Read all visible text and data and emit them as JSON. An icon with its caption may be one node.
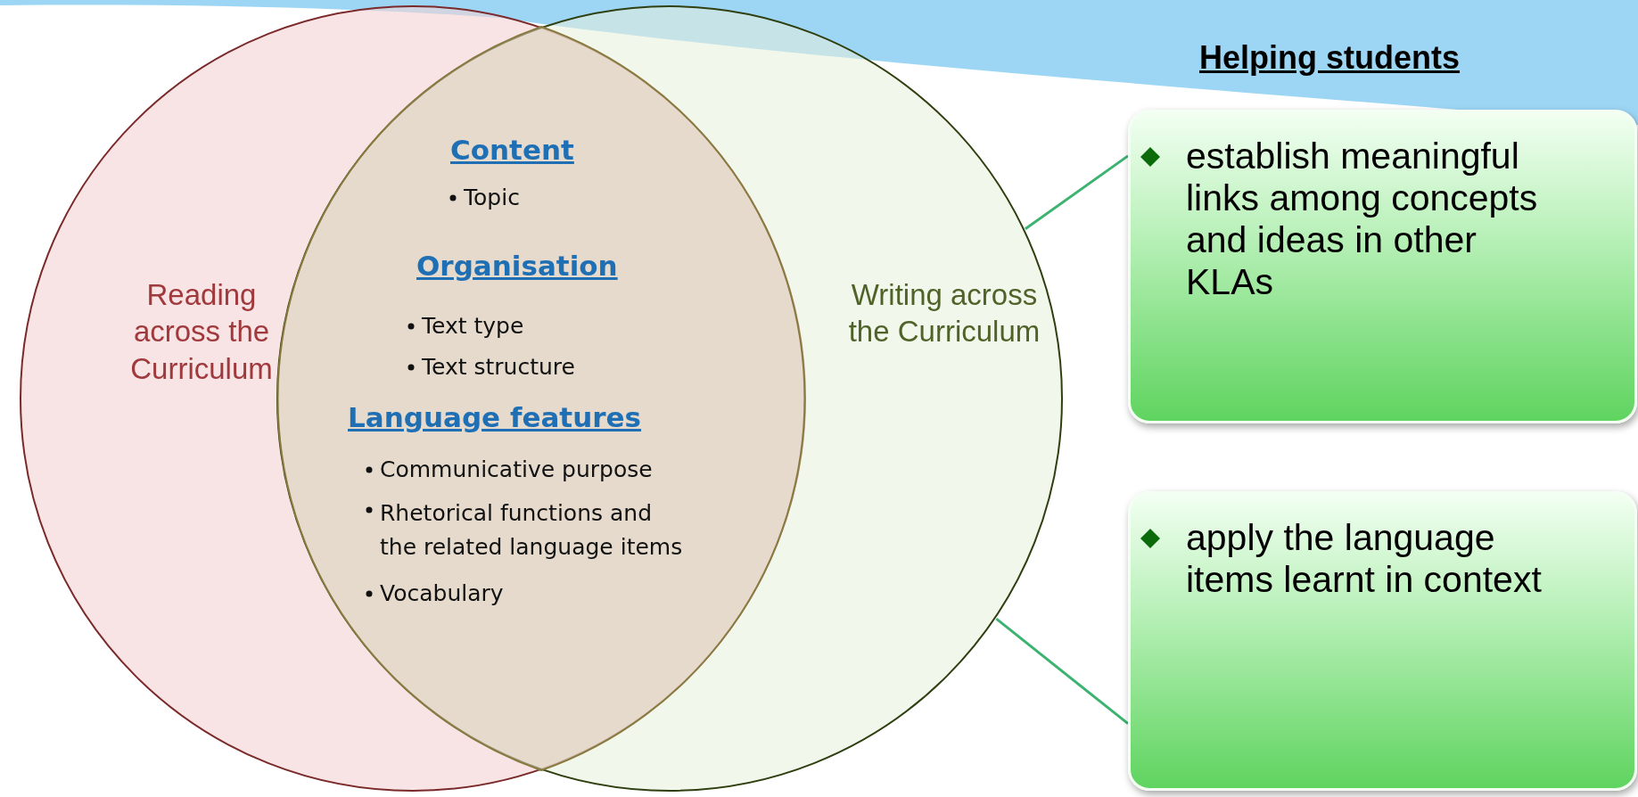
{
  "diagram": {
    "nodes": [
      {
        "text": [
          "Reading across the Curriculum"
        ]
      },
      {
        "text": [
          "Writing across the Curriculum"
        ]
      },
      {
        "text": [
          "Content",
          "Topic",
          "Organisation",
          "Text type",
          "Text structure",
          "Language features",
          "Communicative purpose",
          "Rhetorical functions and the related language items",
          "Vocabulary"
        ]
      },
      {
        "text": [
          "establish meaningful links among concepts and ideas in other KLAs"
        ]
      },
      {
        "text": [
          "apply the language items learnt in context"
        ]
      }
    ],
    "edges": [
      {
        "from": 1,
        "to": 3,
        "arrow": "none"
      },
      {
        "from": 1,
        "to": 4,
        "arrow": "none"
      }
    ],
    "labels": [
      "Helping students"
    ]
  }
}
